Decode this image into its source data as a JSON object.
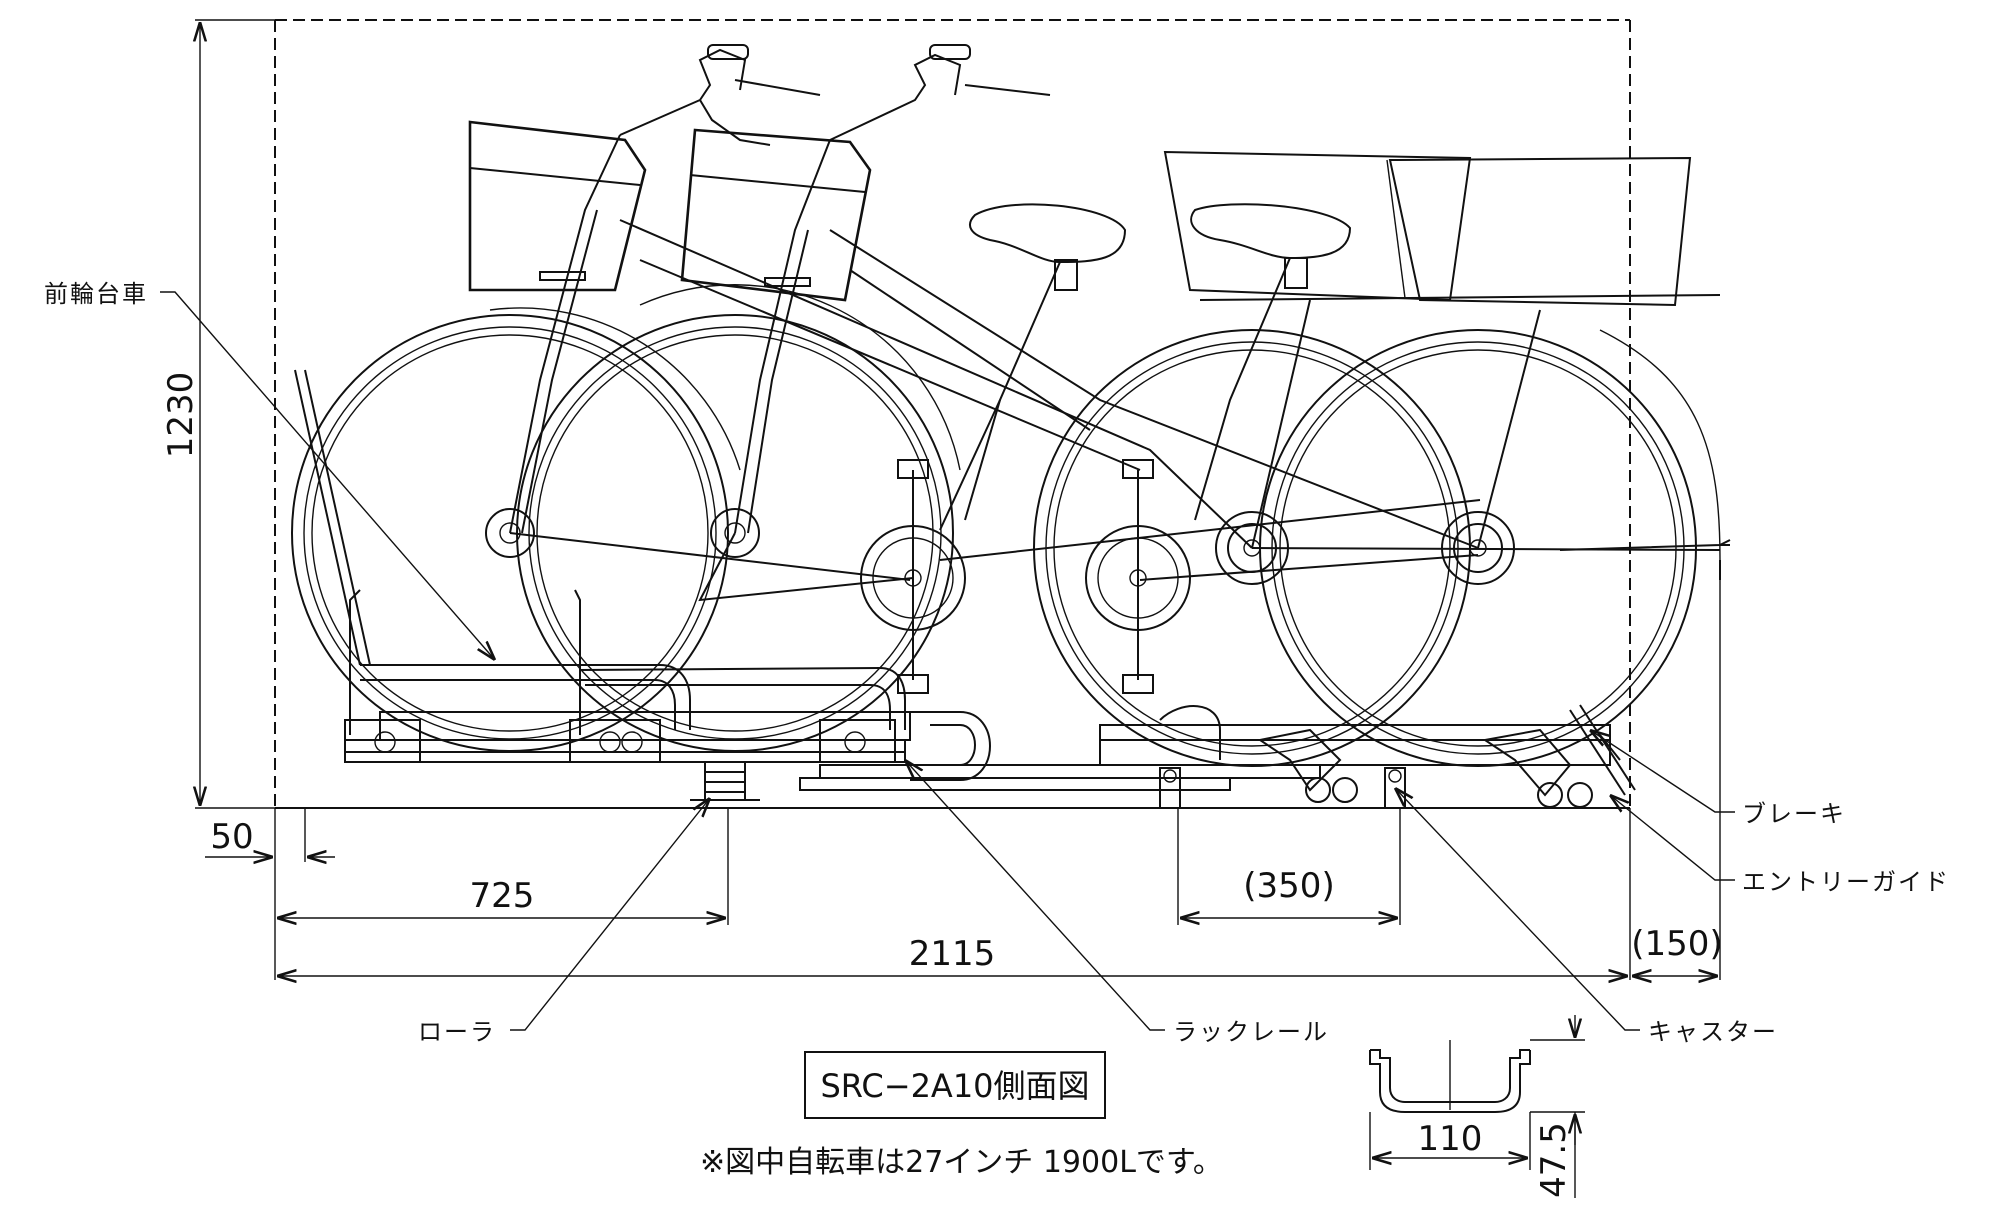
{
  "drawing": {
    "title": "SRC−2A10側面図",
    "note": "※図中自転車は27インチ 1900Lです。"
  },
  "labels": {
    "front_cart": "前輪台車",
    "brake": "ブレーキ",
    "entry_guide": "エントリーガイド",
    "roller": "ローラ",
    "rack_rail": "ラックレール",
    "caster": "キャスター"
  },
  "dimensions": {
    "height": "1230",
    "offset": "50",
    "roller_pos": "725",
    "caster_span": "(350)",
    "total_length": "2115",
    "overhang": "(150)",
    "rail_width": "110",
    "rail_height": "47.5"
  }
}
